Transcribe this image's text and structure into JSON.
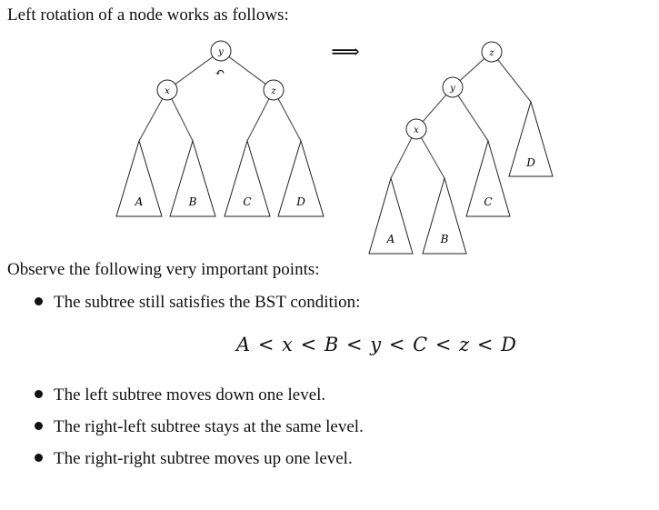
{
  "heading": "Left rotation of a node works as follows:",
  "arrow": "⟹",
  "rotation_mark": "↶",
  "before_tree": {
    "root": "y",
    "left": "x",
    "right": "z",
    "subtrees": [
      "A",
      "B",
      "C",
      "D"
    ]
  },
  "after_tree": {
    "root": "z",
    "left": "y",
    "left_left": "x",
    "subtrees": [
      "A",
      "B",
      "C",
      "D"
    ]
  },
  "observe_intro": "Observe the following very important points:",
  "bullets": {
    "bst": "The subtree still satisfies the BST condition:",
    "left": "The left subtree moves down one level.",
    "right_left": "The right-left subtree stays at the same level.",
    "right_right": "The right-right subtree moves up one level."
  },
  "formula": "A < x < B < y < C < z < D"
}
